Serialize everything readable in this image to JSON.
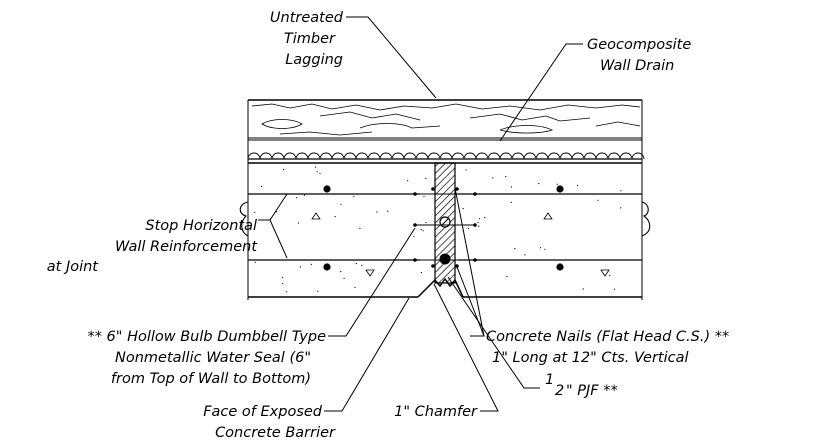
{
  "labels": {
    "timber": [
      "Untreated",
      "Timber",
      "Lagging"
    ],
    "drain": [
      "Geocomposite",
      "Wall Drain"
    ],
    "stop_reinf": [
      "Stop Horizontal",
      "Wall Reinforcement",
      "at Joint"
    ],
    "water_seal": [
      "** 6\" Hollow Bulb Dumbbell Type",
      "Nonmetallic Water Seal (6\"",
      "from Top of Wall to Bottom)"
    ],
    "nails": [
      "Concrete Nails (Flat Head C.S.) **",
      "1\" Long at 12\" Cts. Vertical"
    ],
    "pjf_num": "1",
    "pjf_den": "2",
    "pjf_rest": "\" PJF  **",
    "face": [
      "Face of Exposed",
      "Concrete Barrier"
    ],
    "chamfer": "1\" Chamfer"
  }
}
